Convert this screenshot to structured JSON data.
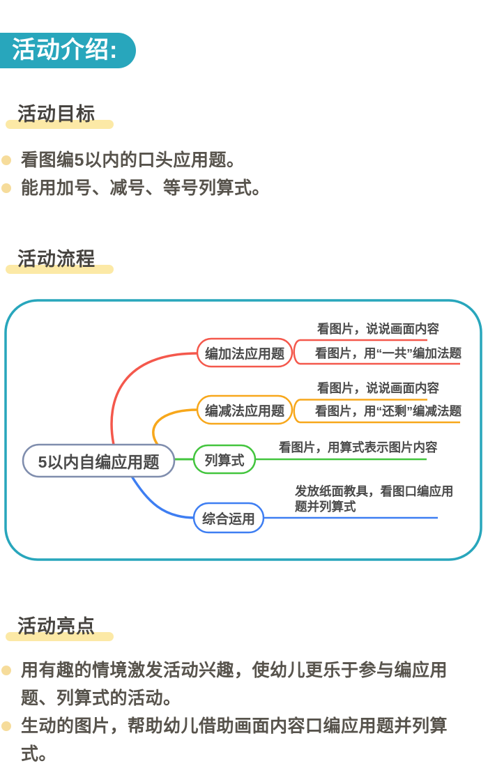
{
  "badge": {
    "label": "活动介绍:"
  },
  "colors": {
    "teal": "#28a6bc",
    "highlight_yellow": "#fce9a6",
    "bullet_yellow": "#f6dc9b",
    "heading_text": "#474440",
    "body_text": "#57534c",
    "map_text": "#4a4a4a",
    "root_border": "#7f8dad",
    "branch_red": "#f4584c",
    "branch_orange": "#f7a71b",
    "branch_green": "#43c53e",
    "branch_blue": "#3e7ef2"
  },
  "goals": {
    "title": "活动目标",
    "bullets": [
      "看图编5以内的口头应用题。",
      "能用加号、减号、等号列算式。"
    ]
  },
  "process": {
    "title": "活动流程"
  },
  "highlights": {
    "title": "活动亮点",
    "bullets": [
      "用有趣的情境激发活动兴趣，使幼儿更乐于参与编应用题、列算式的活动。",
      "生动的图片，帮助幼儿借助画面内容口编应用题并列算式。"
    ]
  },
  "mindmap": {
    "root": {
      "label": "5以内自编应用题"
    },
    "branches": [
      {
        "label": "编加法应用题",
        "color": "#f4584c",
        "leaves": [
          "看图片，说说画面内容",
          "看图片，用“一共”编加法题"
        ]
      },
      {
        "label": "编减法应用题",
        "color": "#f7a71b",
        "leaves": [
          "看图片，说说画面内容",
          "看图片，用“还剩”编减法题"
        ]
      },
      {
        "label": "列算式",
        "color": "#43c53e",
        "leaves": [
          "看图片，用算式表示图片内容"
        ]
      },
      {
        "label": "综合运用",
        "color": "#3e7ef2",
        "leaves": [
          "发放纸面教具，看图口编应用题并列算式"
        ]
      }
    ]
  }
}
